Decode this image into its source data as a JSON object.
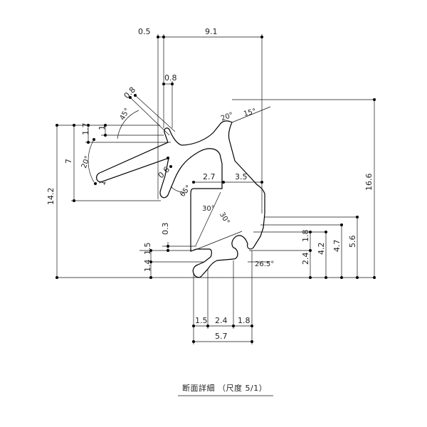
{
  "dimensions": {
    "d0_5": "0.5",
    "d9_1": "9.1",
    "d0_8": "0.8",
    "d0_8b": "0.8",
    "d1_7": "1.7",
    "d1": "1",
    "d7": "7",
    "d14_2": "14.2",
    "d0_6": "0.6",
    "d2_7": "2.7",
    "d3_5": "3.5",
    "d16_6": "16.6",
    "d0_3": "0.3",
    "d1_5v": "1.5",
    "d1_4": "1.4",
    "d1_8v": "1.8",
    "d2_4v": "2.4",
    "d4_2": "4.2",
    "d4_7": "4.7",
    "d5_6": "5.6",
    "d1_5h": "1.5",
    "d2_4h": "2.4",
    "d1_8h": "1.8",
    "d5_7": "5.7",
    "d1_tip": "1"
  },
  "angles": {
    "a45": "45°",
    "a20a": "20°",
    "a65": "65°",
    "a20b": "20°",
    "a15": "15°",
    "a30a": "30°",
    "a30b": "30°",
    "a26_5": "26.5°"
  },
  "caption": "断面詳細 （尺度 5/1）"
}
